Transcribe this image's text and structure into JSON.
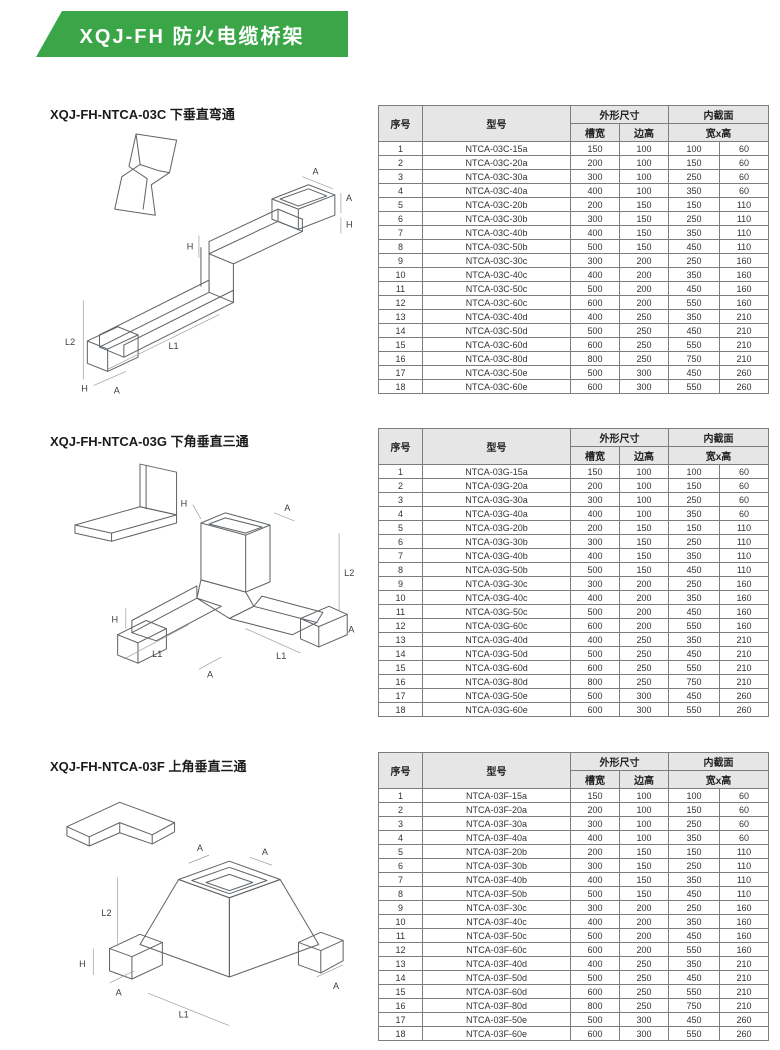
{
  "banner": {
    "title": "XQJ-FH 防火电缆桥架"
  },
  "table": {
    "col_no": "序号",
    "col_model": "型号",
    "col_outer": "外形尺寸",
    "col_inner": "内截面",
    "col_slot_width": "槽宽",
    "col_side_height": "边高",
    "col_wxh": "宽x高"
  },
  "dim_labels": {
    "a": "A",
    "h": "H",
    "l1": "L1",
    "l2": "L2"
  },
  "sections": [
    {
      "title": "XQJ-FH-NTCA-03C  下垂直弯通",
      "rows": [
        [
          "1",
          "NTCA-03C-15a",
          "150",
          "100",
          "100",
          "60"
        ],
        [
          "2",
          "NTCA-03C-20a",
          "200",
          "100",
          "150",
          "60"
        ],
        [
          "3",
          "NTCA-03C-30a",
          "300",
          "100",
          "250",
          "60"
        ],
        [
          "4",
          "NTCA-03C-40a",
          "400",
          "100",
          "350",
          "60"
        ],
        [
          "5",
          "NTCA-03C-20b",
          "200",
          "150",
          "150",
          "110"
        ],
        [
          "6",
          "NTCA-03C-30b",
          "300",
          "150",
          "250",
          "110"
        ],
        [
          "7",
          "NTCA-03C-40b",
          "400",
          "150",
          "350",
          "110"
        ],
        [
          "8",
          "NTCA-03C-50b",
          "500",
          "150",
          "450",
          "110"
        ],
        [
          "9",
          "NTCA-03C-30c",
          "300",
          "200",
          "250",
          "160"
        ],
        [
          "10",
          "NTCA-03C-40c",
          "400",
          "200",
          "350",
          "160"
        ],
        [
          "11",
          "NTCA-03C-50c",
          "500",
          "200",
          "450",
          "160"
        ],
        [
          "12",
          "NTCA-03C-60c",
          "600",
          "200",
          "550",
          "160"
        ],
        [
          "13",
          "NTCA-03C-40d",
          "400",
          "250",
          "350",
          "210"
        ],
        [
          "14",
          "NTCA-03C-50d",
          "500",
          "250",
          "450",
          "210"
        ],
        [
          "15",
          "NTCA-03C-60d",
          "600",
          "250",
          "550",
          "210"
        ],
        [
          "16",
          "NTCA-03C-80d",
          "800",
          "250",
          "750",
          "210"
        ],
        [
          "17",
          "NTCA-03C-50e",
          "500",
          "300",
          "450",
          "260"
        ],
        [
          "18",
          "NTCA-03C-60e",
          "600",
          "300",
          "550",
          "260"
        ]
      ]
    },
    {
      "title": "XQJ-FH-NTCA-03G 下角垂直三通",
      "rows": [
        [
          "1",
          "NTCA-03G-15a",
          "150",
          "100",
          "100",
          "60"
        ],
        [
          "2",
          "NTCA-03G-20a",
          "200",
          "100",
          "150",
          "60"
        ],
        [
          "3",
          "NTCA-03G-30a",
          "300",
          "100",
          "250",
          "60"
        ],
        [
          "4",
          "NTCA-03G-40a",
          "400",
          "100",
          "350",
          "60"
        ],
        [
          "5",
          "NTCA-03G-20b",
          "200",
          "150",
          "150",
          "110"
        ],
        [
          "6",
          "NTCA-03G-30b",
          "300",
          "150",
          "250",
          "110"
        ],
        [
          "7",
          "NTCA-03G-40b",
          "400",
          "150",
          "350",
          "110"
        ],
        [
          "8",
          "NTCA-03G-50b",
          "500",
          "150",
          "450",
          "110"
        ],
        [
          "9",
          "NTCA-03G-30c",
          "300",
          "200",
          "250",
          "160"
        ],
        [
          "10",
          "NTCA-03G-40c",
          "400",
          "200",
          "350",
          "160"
        ],
        [
          "11",
          "NTCA-03G-50c",
          "500",
          "200",
          "450",
          "160"
        ],
        [
          "12",
          "NTCA-03G-60c",
          "600",
          "200",
          "550",
          "160"
        ],
        [
          "13",
          "NTCA-03G-40d",
          "400",
          "250",
          "350",
          "210"
        ],
        [
          "14",
          "NTCA-03G-50d",
          "500",
          "250",
          "450",
          "210"
        ],
        [
          "15",
          "NTCA-03G-60d",
          "600",
          "250",
          "550",
          "210"
        ],
        [
          "16",
          "NTCA-03G-80d",
          "800",
          "250",
          "750",
          "210"
        ],
        [
          "17",
          "NTCA-03G-50e",
          "500",
          "300",
          "450",
          "260"
        ],
        [
          "18",
          "NTCA-03G-60e",
          "600",
          "300",
          "550",
          "260"
        ]
      ]
    },
    {
      "title": "XQJ-FH-NTCA-03F 上角垂直三通",
      "rows": [
        [
          "1",
          "NTCA-03F-15a",
          "150",
          "100",
          "100",
          "60"
        ],
        [
          "2",
          "NTCA-03F-20a",
          "200",
          "100",
          "150",
          "60"
        ],
        [
          "3",
          "NTCA-03F-30a",
          "300",
          "100",
          "250",
          "60"
        ],
        [
          "4",
          "NTCA-03F-40a",
          "400",
          "100",
          "350",
          "60"
        ],
        [
          "5",
          "NTCA-03F-20b",
          "200",
          "150",
          "150",
          "110"
        ],
        [
          "6",
          "NTCA-03F-30b",
          "300",
          "150",
          "250",
          "110"
        ],
        [
          "7",
          "NTCA-03F-40b",
          "400",
          "150",
          "350",
          "110"
        ],
        [
          "8",
          "NTCA-03F-50b",
          "500",
          "150",
          "450",
          "110"
        ],
        [
          "9",
          "NTCA-03F-30c",
          "300",
          "200",
          "250",
          "160"
        ],
        [
          "10",
          "NTCA-03F-40c",
          "400",
          "200",
          "350",
          "160"
        ],
        [
          "11",
          "NTCA-03F-50c",
          "500",
          "200",
          "450",
          "160"
        ],
        [
          "12",
          "NTCA-03F-60c",
          "600",
          "200",
          "550",
          "160"
        ],
        [
          "13",
          "NTCA-03F-40d",
          "400",
          "250",
          "350",
          "210"
        ],
        [
          "14",
          "NTCA-03F-50d",
          "500",
          "250",
          "450",
          "210"
        ],
        [
          "15",
          "NTCA-03F-60d",
          "600",
          "250",
          "550",
          "210"
        ],
        [
          "16",
          "NTCA-03F-80d",
          "800",
          "250",
          "750",
          "210"
        ],
        [
          "17",
          "NTCA-03F-50e",
          "500",
          "300",
          "450",
          "260"
        ],
        [
          "18",
          "NTCA-03F-60e",
          "600",
          "300",
          "550",
          "260"
        ]
      ]
    }
  ]
}
